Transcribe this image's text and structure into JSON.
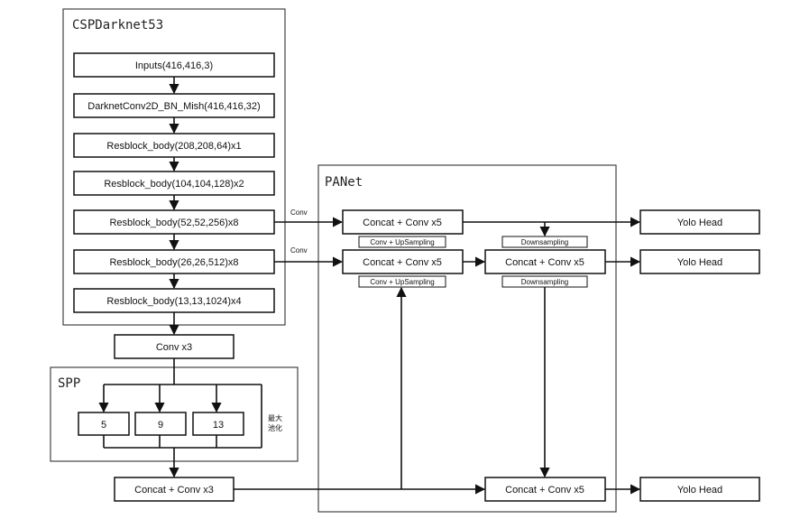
{
  "groups": {
    "backbone": "CSPDarknet53",
    "spp": "SPP",
    "panet": "PANet"
  },
  "backbone_blocks": [
    "Inputs(416,416,3)",
    "DarknetConv2D_BN_Mish(416,416,32)",
    "Resblock_body(208,208,64)x1",
    "Resblock_body(104,104,128)x2",
    "Resblock_body(52,52,256)x8",
    "Resblock_body(26,26,512)x8",
    "Resblock_body(13,13,1024)x4"
  ],
  "conv_x3_top": "Conv x3",
  "spp_pools": [
    "5",
    "9",
    "13"
  ],
  "spp_note": [
    "最大",
    "池化"
  ],
  "concat_conv_x3": "Concat + Conv x3",
  "conv_label": "Conv",
  "panet": {
    "concat_conv_x5": "Concat + Conv x5",
    "upsampling": "Conv + UpSampling",
    "downsampling": "Downsampling"
  },
  "yolo_head": "Yolo Head"
}
